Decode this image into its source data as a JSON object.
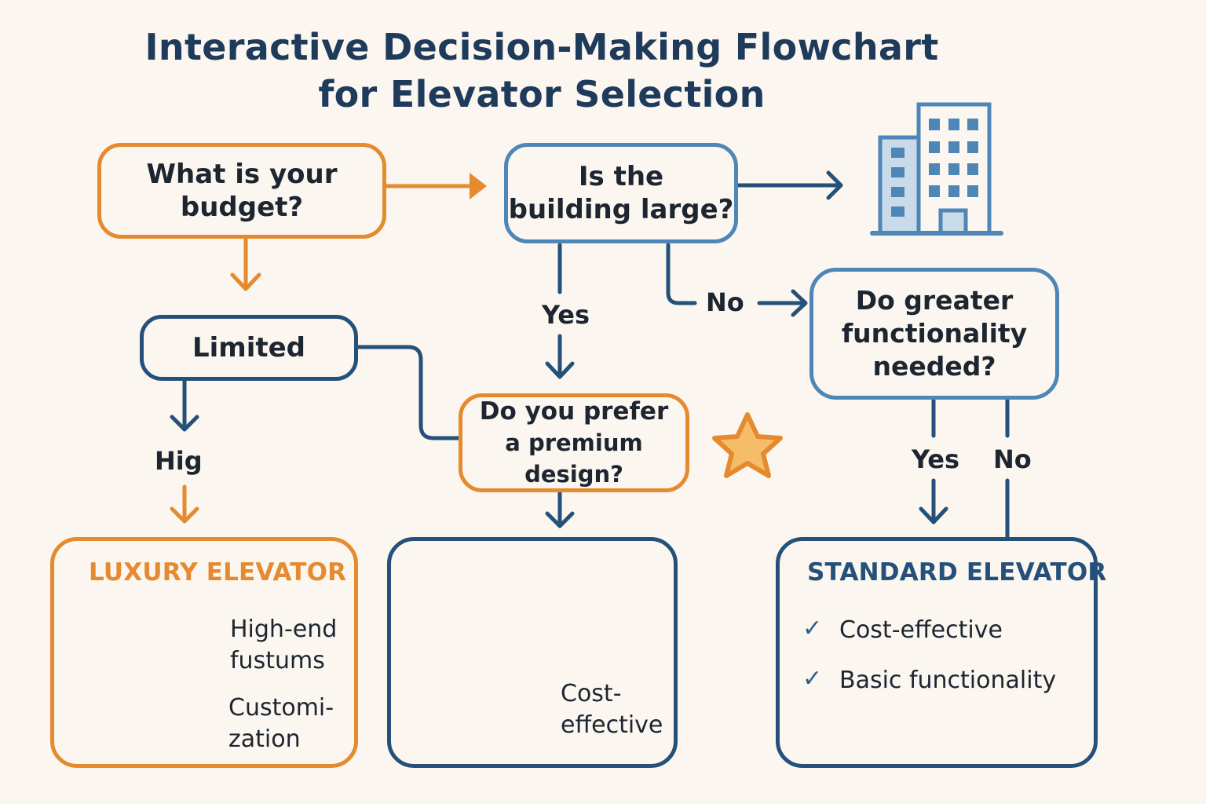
{
  "title": {
    "line1": "Interactive Decision-Making Flowchart",
    "line2": "for Elevator Selection"
  },
  "nodes": {
    "budget": {
      "line1": "What is your",
      "line2": "budget?"
    },
    "building": {
      "line1": "Is the",
      "line2": "building large?"
    },
    "limited": {
      "label": "Limited"
    },
    "premium": {
      "line1": "Do you prefer",
      "line2": "a premium design?"
    },
    "functionality": {
      "line1": "Do greater",
      "line2": "functionality",
      "line3": "needed?"
    }
  },
  "edge_labels": {
    "building_yes": "Yes",
    "building_no": "No",
    "limited_high": "Hig",
    "functionality_yes": "Yes",
    "functionality_no": "No"
  },
  "results": {
    "luxury": {
      "title": "LUXURY ELEVATOR",
      "feature1_line1": "High-end",
      "feature1_line2": "fustums",
      "feature2_line1": "Customi-",
      "feature2_line2": "zation"
    },
    "middle": {
      "feature_line1": "Cost-",
      "feature_line2": "effective"
    },
    "standard": {
      "title": "STANDARD ELEVATOR",
      "features": [
        "Cost-effective",
        "Basic functionality"
      ]
    }
  },
  "icons": {
    "building": "building-icon",
    "star": "star-icon",
    "gear": "gear-icon",
    "luxury_elevator": "luxury-elevator-cab-icon",
    "standard_elevator": "elevator-doors-icon",
    "check": "✓"
  },
  "colors": {
    "background": "#fbf6ef",
    "orange": "#e58a2e",
    "blue": "#4f86b8",
    "navy": "#24507a",
    "title": "#1f3b5c"
  }
}
